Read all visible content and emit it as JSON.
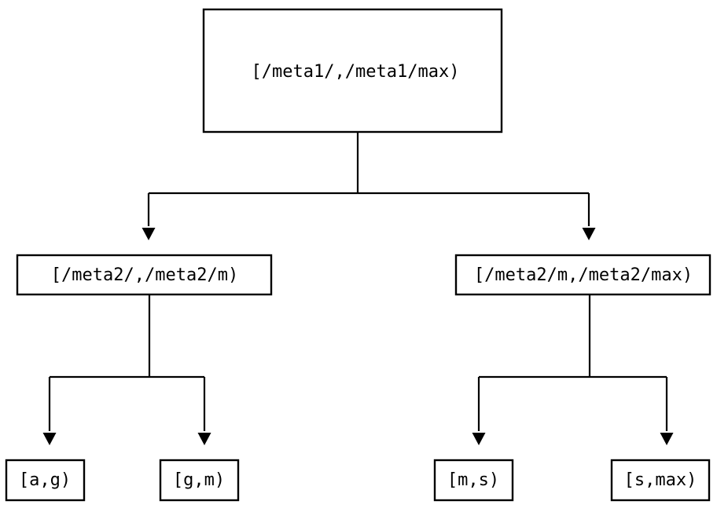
{
  "diagram": {
    "type": "tree",
    "title": "",
    "colors": {
      "background": "#ffffff",
      "node_fill": "#ffffff",
      "node_stroke": "#000000",
      "edge": "#000000",
      "text": "#000000"
    },
    "levels": [
      {
        "level": 0,
        "nodes": [
          {
            "id": "root",
            "label": "[/meta1/,/meta1/max)"
          }
        ]
      },
      {
        "level": 1,
        "nodes": [
          {
            "id": "mid-left",
            "label": "[/meta2/,/meta2/m)"
          },
          {
            "id": "mid-right",
            "label": "[/meta2/m,/meta2/max)"
          }
        ]
      },
      {
        "level": 2,
        "nodes": [
          {
            "id": "leaf-ag",
            "label": "[a,g)"
          },
          {
            "id": "leaf-gm",
            "label": "[g,m)"
          },
          {
            "id": "leaf-ms",
            "label": "[m,s)"
          },
          {
            "id": "leaf-smax",
            "label": "[s,max)"
          }
        ]
      }
    ],
    "edges": [
      {
        "from": "root",
        "to": "mid-left"
      },
      {
        "from": "root",
        "to": "mid-right"
      },
      {
        "from": "mid-left",
        "to": "leaf-ag"
      },
      {
        "from": "mid-left",
        "to": "leaf-gm"
      },
      {
        "from": "mid-right",
        "to": "leaf-ms"
      },
      {
        "from": "mid-right",
        "to": "leaf-smax"
      }
    ],
    "nodes": {
      "root": {
        "label": "[/meta1/,/meta1/max)"
      },
      "mid_left": {
        "label": "[/meta2/,/meta2/m)"
      },
      "mid_right": {
        "label": "[/meta2/m,/meta2/max)"
      },
      "leaf_ag": {
        "label": "[a,g)"
      },
      "leaf_gm": {
        "label": "[g,m)"
      },
      "leaf_ms": {
        "label": "[m,s)"
      },
      "leaf_smax": {
        "label": "[s,max)"
      }
    }
  }
}
